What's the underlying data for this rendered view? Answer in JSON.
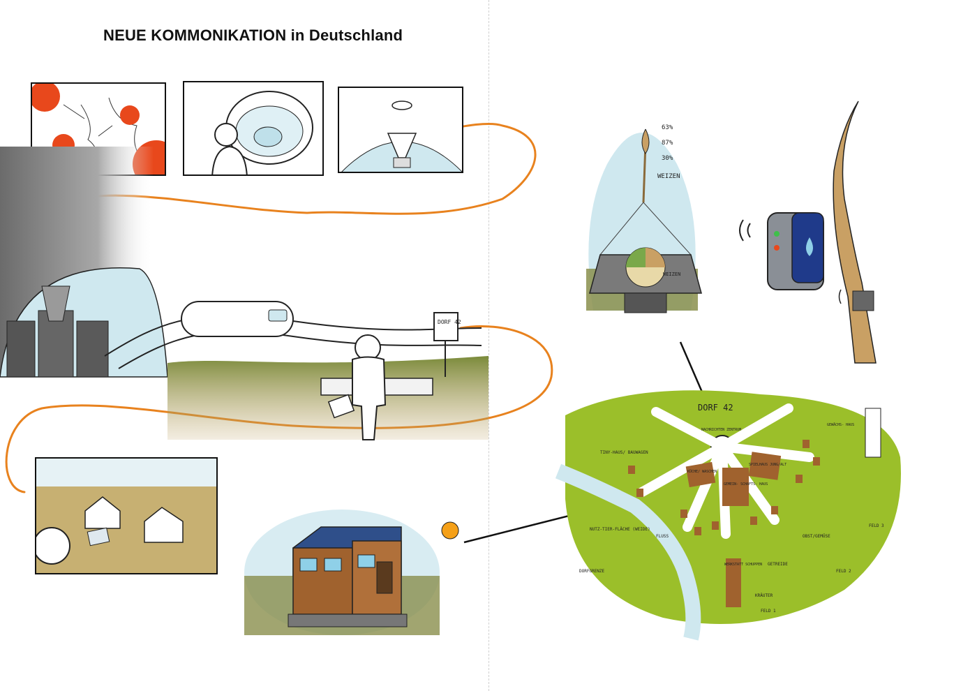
{
  "page": {
    "title": "NEUE KOMMONIKATION in Deutschland"
  },
  "storyboard": {
    "sign_label": "DORF 42"
  },
  "sensor_display": {
    "plant_label": "WEIZEN",
    "readings": [
      {
        "icon": "drop-icon",
        "value": "63%"
      },
      {
        "icon": "sun-icon",
        "value": "87%"
      },
      {
        "icon": "nutrient-icon",
        "value": "30%"
      }
    ],
    "table_label": "WEIZEN"
  },
  "village_map": {
    "title": "DORF 42",
    "center_label": "NACHRICHTEN ZENTRUM",
    "labels": {
      "tiny_house": "TINY-HAUS/ BAUWAGEN",
      "kueche": "KÜCHE/ WASCHEN",
      "spielhaus": "SPIELHAUS JUNG/ALT",
      "gemeinschaftshaus": "GEMEIN- SCHAFTS- HAUS",
      "gewaechshaus": "GEWÄCHS- HAUS",
      "nutztier": "NUTZ-TIER-FLÄCHE (WEIDE)",
      "fluss": "FLUSS",
      "obst": "OBST/GEMÜSE",
      "getreide": "GETREIDE",
      "kraeuter": "KRÄUTER",
      "werkstatt": "WERKSTATT SCHUPPEN",
      "feld1": "FELD 1",
      "feld2": "FELD 2",
      "feld3": "FELD 3",
      "dorfgrenze": "DORFGRENZE"
    }
  },
  "colors": {
    "accent_orange": "#e8821e",
    "virus_red": "#e8481c",
    "sky_blue": "#cfe8ef",
    "field_green": "#9bbf2a",
    "hut_brown": "#a0622e",
    "wheat_tan": "#c9a064",
    "device_blue": "#1f3a8a"
  }
}
